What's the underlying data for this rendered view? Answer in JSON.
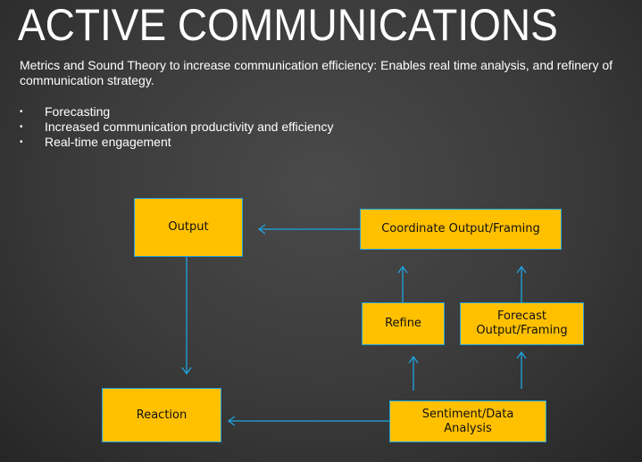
{
  "title": "ACTIVE COMMUNICATIONS",
  "intro": "Metrics and Sound Theory to increase communication efficiency: Enables real time analysis, and refinery of communication strategy.",
  "bullets": [
    "Forecasting",
    "Increased communication productivity and efficiency",
    "Real-time engagement"
  ],
  "diagram": {
    "output": "Output",
    "coordinate": "Coordinate Output/Framing",
    "refine": "Refine",
    "forecast": "Forecast Output/Framing",
    "reaction": "Reaction",
    "sentiment": "Sentiment/Data Analysis"
  },
  "colors": {
    "box_fill": "#ffc000",
    "arrow": "#1fa4e0"
  }
}
